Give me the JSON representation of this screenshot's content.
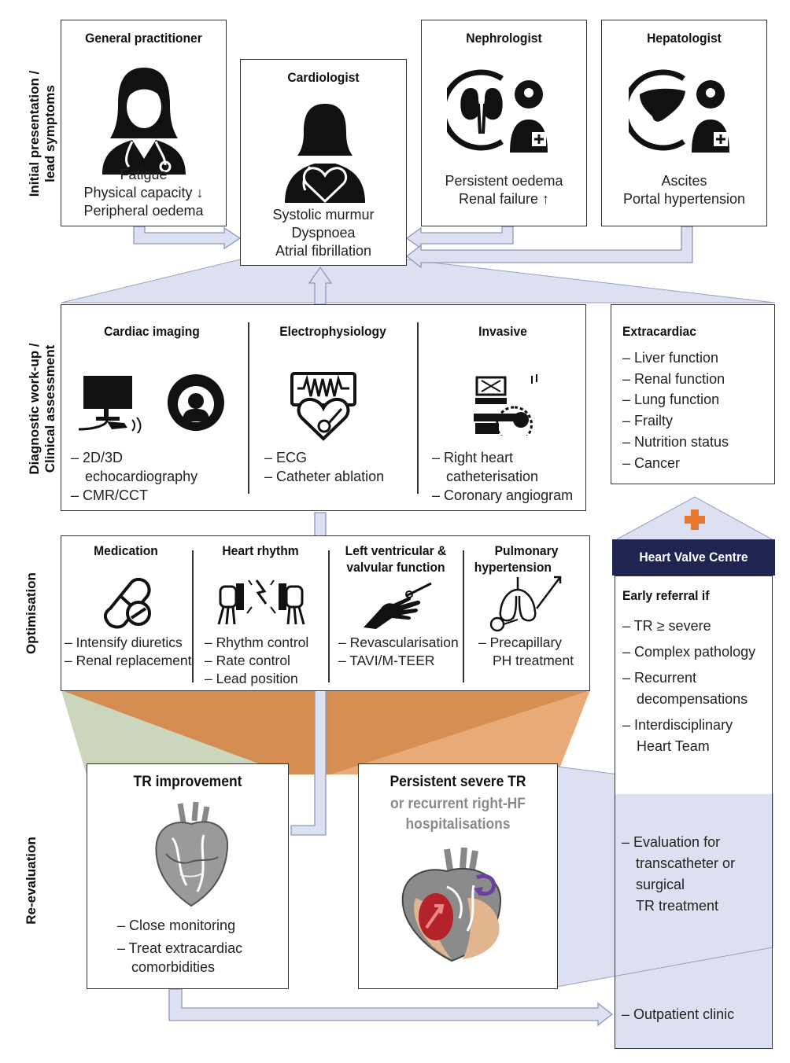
{
  "rows": {
    "row1": [
      "Initial presentation /",
      "lead symptoms"
    ],
    "row2": [
      "Diagnostic work-up /",
      "Clinical assessment"
    ],
    "row3": [
      "Optimisation"
    ],
    "row4": [
      "Re-evaluation"
    ]
  },
  "gp": {
    "title": "General practitioner",
    "lines": [
      "Fatigue",
      "Physical capacity ↓",
      "Peripheral oedema"
    ],
    "icon": "doctor-icon"
  },
  "cardiologist": {
    "title": "Cardiologist",
    "lines": [
      "Systolic murmur",
      "Dyspnoea",
      "Atrial fibrillation"
    ],
    "icon": "cardiologist-icon"
  },
  "nephrologist": {
    "title": "Nephrologist",
    "lines": [
      "Persistent oedema",
      "Renal failure ↑"
    ],
    "icon": "kidney-doctor-icon"
  },
  "hepatologist": {
    "title": "Hepatologist",
    "lines": [
      "Ascites",
      "Portal hypertension"
    ],
    "icon": "liver-doctor-icon"
  },
  "diagnostic": {
    "imaging": {
      "title": "Cardiac imaging",
      "items": [
        "– 2D/3D",
        "echocardiography",
        "– CMR/CCT"
      ]
    },
    "electro": {
      "title": "Electrophysiology",
      "items": [
        "– ECG",
        "– Catheter ablation"
      ]
    },
    "invasive": {
      "title": "Invasive",
      "items": [
        "– Right heart",
        "catheterisation",
        "– Coronary angiogram"
      ]
    }
  },
  "extracardiac": {
    "title": "Extracardiac",
    "items": [
      "– Liver function",
      "– Renal function",
      "– Lung function",
      "– Frailty",
      "– Nutrition status",
      "– Cancer"
    ]
  },
  "optimisation": {
    "medication": {
      "title": "Medication",
      "items": [
        "– Intensify diuretics",
        "– Renal replacement"
      ]
    },
    "rhythm": {
      "title": "Heart rhythm",
      "items": [
        "– Rhythm control",
        "– Rate control",
        "– Lead position"
      ]
    },
    "lv": {
      "title": [
        "Left ventricular &",
        "valvular function"
      ],
      "items": [
        "– Revascularisation",
        "– TAVI/M-TEER"
      ]
    },
    "ph": {
      "title": [
        "Pulmonary",
        "hypertension"
      ],
      "items": [
        "– Precapillary",
        "PH treatment"
      ]
    }
  },
  "hvc": {
    "title": "Heart Valve Centre",
    "early_title": "Early referral if",
    "early_items": [
      "– TR ≥ severe",
      "– Complex pathology",
      "– Recurrent",
      "decompensations",
      "– Interdisciplinary",
      "Heart Team"
    ],
    "eval_items": [
      "– Evaluation for",
      "transcatheter or",
      "surgical",
      "TR treatment"
    ],
    "outpatient": "– Outpatient clinic"
  },
  "reeval": {
    "improvement": {
      "title": "TR improvement",
      "items": [
        "– Close monitoring",
        "– Treat extracardiac",
        "comorbidities"
      ]
    },
    "persistent": {
      "title": "Persistent severe TR",
      "subtitle": [
        "or recurrent right-HF",
        "hospitalisations"
      ]
    }
  },
  "colors": {
    "lavender": "#dde0f0",
    "green": "#cbd6bd",
    "orange": "#d4884a",
    "lightorange": "#e8aa78",
    "navy": "#1d2550",
    "plus": "#e5772e"
  }
}
